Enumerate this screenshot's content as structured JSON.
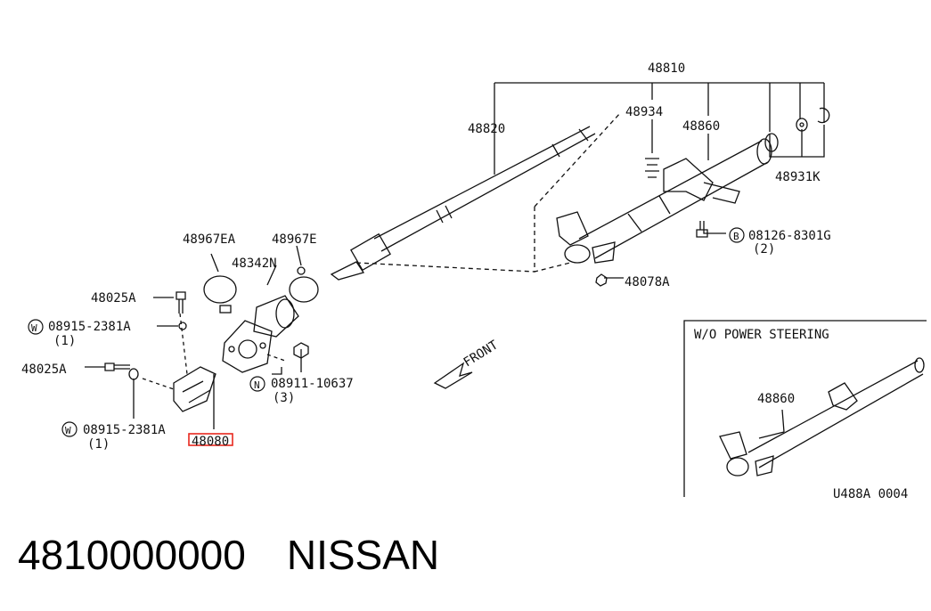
{
  "callouts": {
    "c48810": "48810",
    "c48820": "48820",
    "c48934": "48934",
    "c48860": "48860",
    "c48931k": "48931K",
    "c48967ea": "48967EA",
    "c48967e": "48967E",
    "c48342n": "48342N",
    "c48025a_top": "48025A",
    "c08915_top": "08915-2381A",
    "c08915_top_qty": "(1)",
    "c48025a_bot": "48025A",
    "c08915_bot": "08915-2381A",
    "c08915_bot_qty": "(1)",
    "c48080": "48080",
    "c08911": "08911-10637",
    "c08911_qty": "(3)",
    "c08126": "08126-8301G",
    "c08126_qty": "(2)",
    "c48078a": "48078A",
    "front": "FRONT"
  },
  "symbols": {
    "w_top": "W",
    "w_bot": "W",
    "n": "N",
    "b": "B"
  },
  "inset": {
    "title": "W/O POWER STEERING",
    "part": "48860"
  },
  "diagram_code": "U488A 0004",
  "footer": {
    "part_number": "4810000000",
    "brand": "NISSAN"
  },
  "colors": {
    "highlight": "#e8281e",
    "line": "#111111"
  }
}
